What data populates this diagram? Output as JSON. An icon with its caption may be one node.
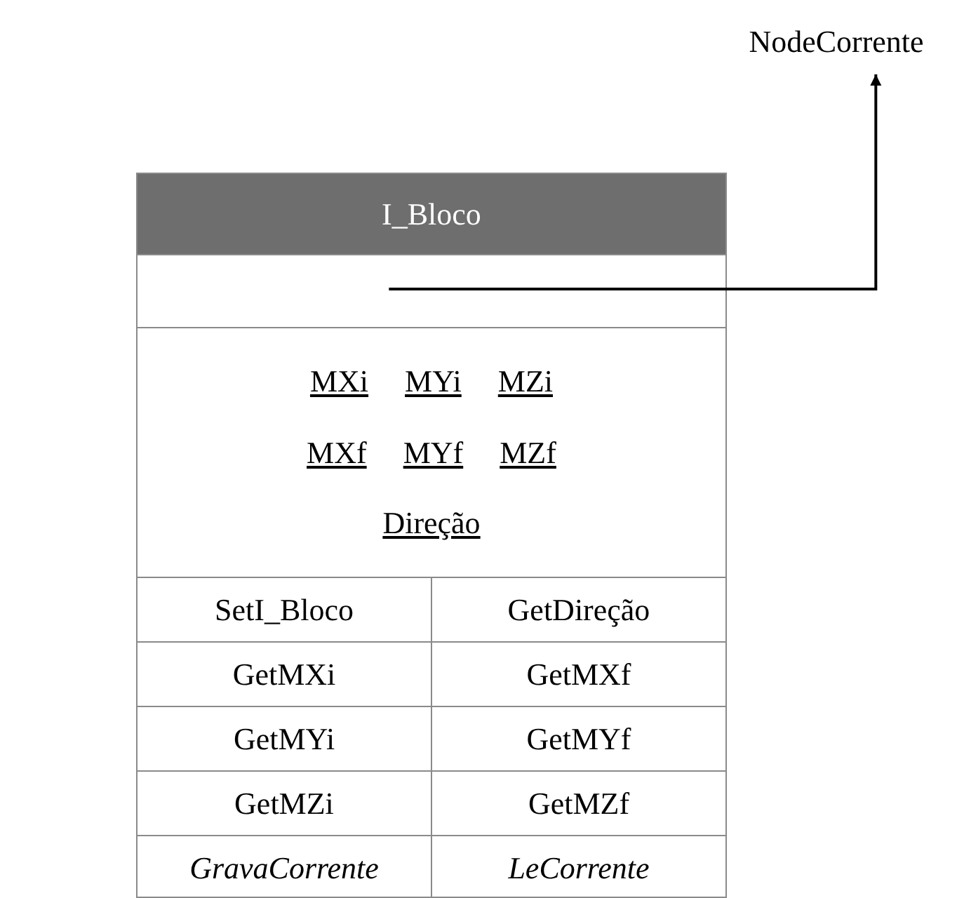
{
  "diagram": {
    "nodes": [
      {
        "text": [
          "NodeCorrente"
        ]
      },
      {
        "text": [
          "I_Bloco"
        ]
      },
      {
        "text": [],
        "shape": "box",
        "in": 1
      },
      {
        "text": [
          "MXi",
          "MYi",
          "MZi",
          "MXf",
          "MYf",
          "MZf",
          "Direção"
        ],
        "in": 1
      },
      {
        "text": [
          "SetI_Bloco"
        ],
        "in": 1
      },
      {
        "text": [
          "GetDireção"
        ],
        "in": 1
      },
      {
        "text": [
          "GetMXi"
        ],
        "in": 1
      },
      {
        "text": [
          "GetMXf"
        ],
        "in": 1
      },
      {
        "text": [
          "GetMYi"
        ],
        "in": 1
      },
      {
        "text": [
          "GetMYf"
        ],
        "in": 1
      },
      {
        "text": [
          "GetMZi"
        ],
        "in": 1
      },
      {
        "text": [
          "GetMZf"
        ],
        "in": 1
      },
      {
        "text": [
          "GravaCorrente"
        ],
        "in": 1
      },
      {
        "text": [
          "LeCorrente"
        ],
        "in": 1
      }
    ],
    "edges": [
      {
        "from": 2,
        "to": 0,
        "arrow": "to"
      }
    ]
  }
}
